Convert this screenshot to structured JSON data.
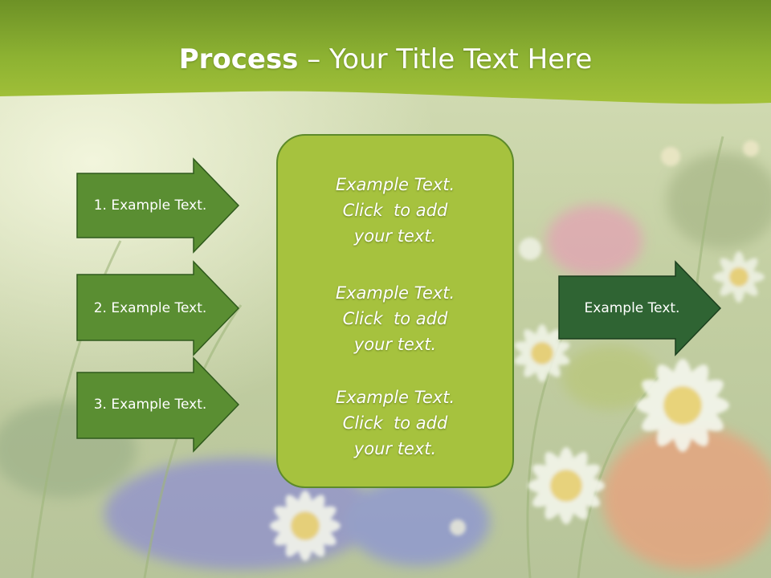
{
  "slide": {
    "title_bold": "Process",
    "title_rest": " – Your Title Text Here"
  },
  "left_arrows": [
    {
      "label": "1. Example Text."
    },
    {
      "label": "2. Example Text."
    },
    {
      "label": "3. Example Text."
    }
  ],
  "center_box": {
    "blocks": [
      {
        "line1": "Example Text.",
        "line2": "Click  to add",
        "line3": "your text."
      },
      {
        "line1": "Example Text.",
        "line2": "Click  to add",
        "line3": "your text."
      },
      {
        "line1": "Example Text.",
        "line2": "Click  to add",
        "line3": "your text."
      }
    ]
  },
  "output_arrow": {
    "label": "Example Text."
  },
  "colors": {
    "banner_green": "#8cb033",
    "arrow_green": "#5a8e32",
    "arrow_dark_green": "#2f6433",
    "box_green": "#a6c23e",
    "text": "#ffffff"
  }
}
